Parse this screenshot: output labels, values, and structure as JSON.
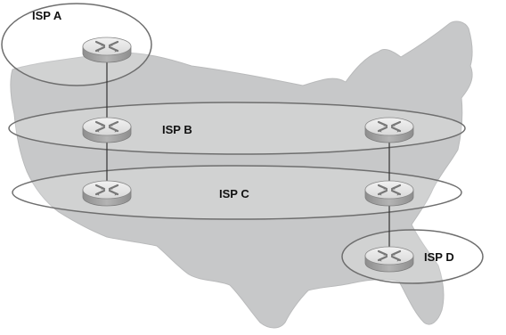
{
  "diagram": {
    "colors": {
      "map_fill": "#c7c8c9",
      "map_stroke": "#b9babb",
      "ellipse_stroke": "#6e6e6e",
      "ellipse_fill": "rgba(255,255,255,0.18)",
      "link": "#333333",
      "router_top": "#e6e6e6",
      "router_side": "#9a9a9a",
      "router_icon": "#7a7a7a",
      "label": "#111111"
    },
    "isps": [
      {
        "id": "a",
        "label": "ISP A"
      },
      {
        "id": "b",
        "label": "ISP B"
      },
      {
        "id": "c",
        "label": "ISP C"
      },
      {
        "id": "d",
        "label": "ISP D"
      }
    ],
    "routers": [
      {
        "id": "a1",
        "isp": "a"
      },
      {
        "id": "b1",
        "isp": "b"
      },
      {
        "id": "b2",
        "isp": "b"
      },
      {
        "id": "c1",
        "isp": "c"
      },
      {
        "id": "c2",
        "isp": "c"
      },
      {
        "id": "d1",
        "isp": "d"
      }
    ],
    "links": [
      {
        "from": "a1",
        "to": "b1"
      },
      {
        "from": "b1",
        "to": "c1"
      },
      {
        "from": "b2",
        "to": "c2"
      },
      {
        "from": "c2",
        "to": "d1"
      }
    ],
    "background_icon": "us-map-silhouette",
    "router_icon": "router-icon"
  }
}
